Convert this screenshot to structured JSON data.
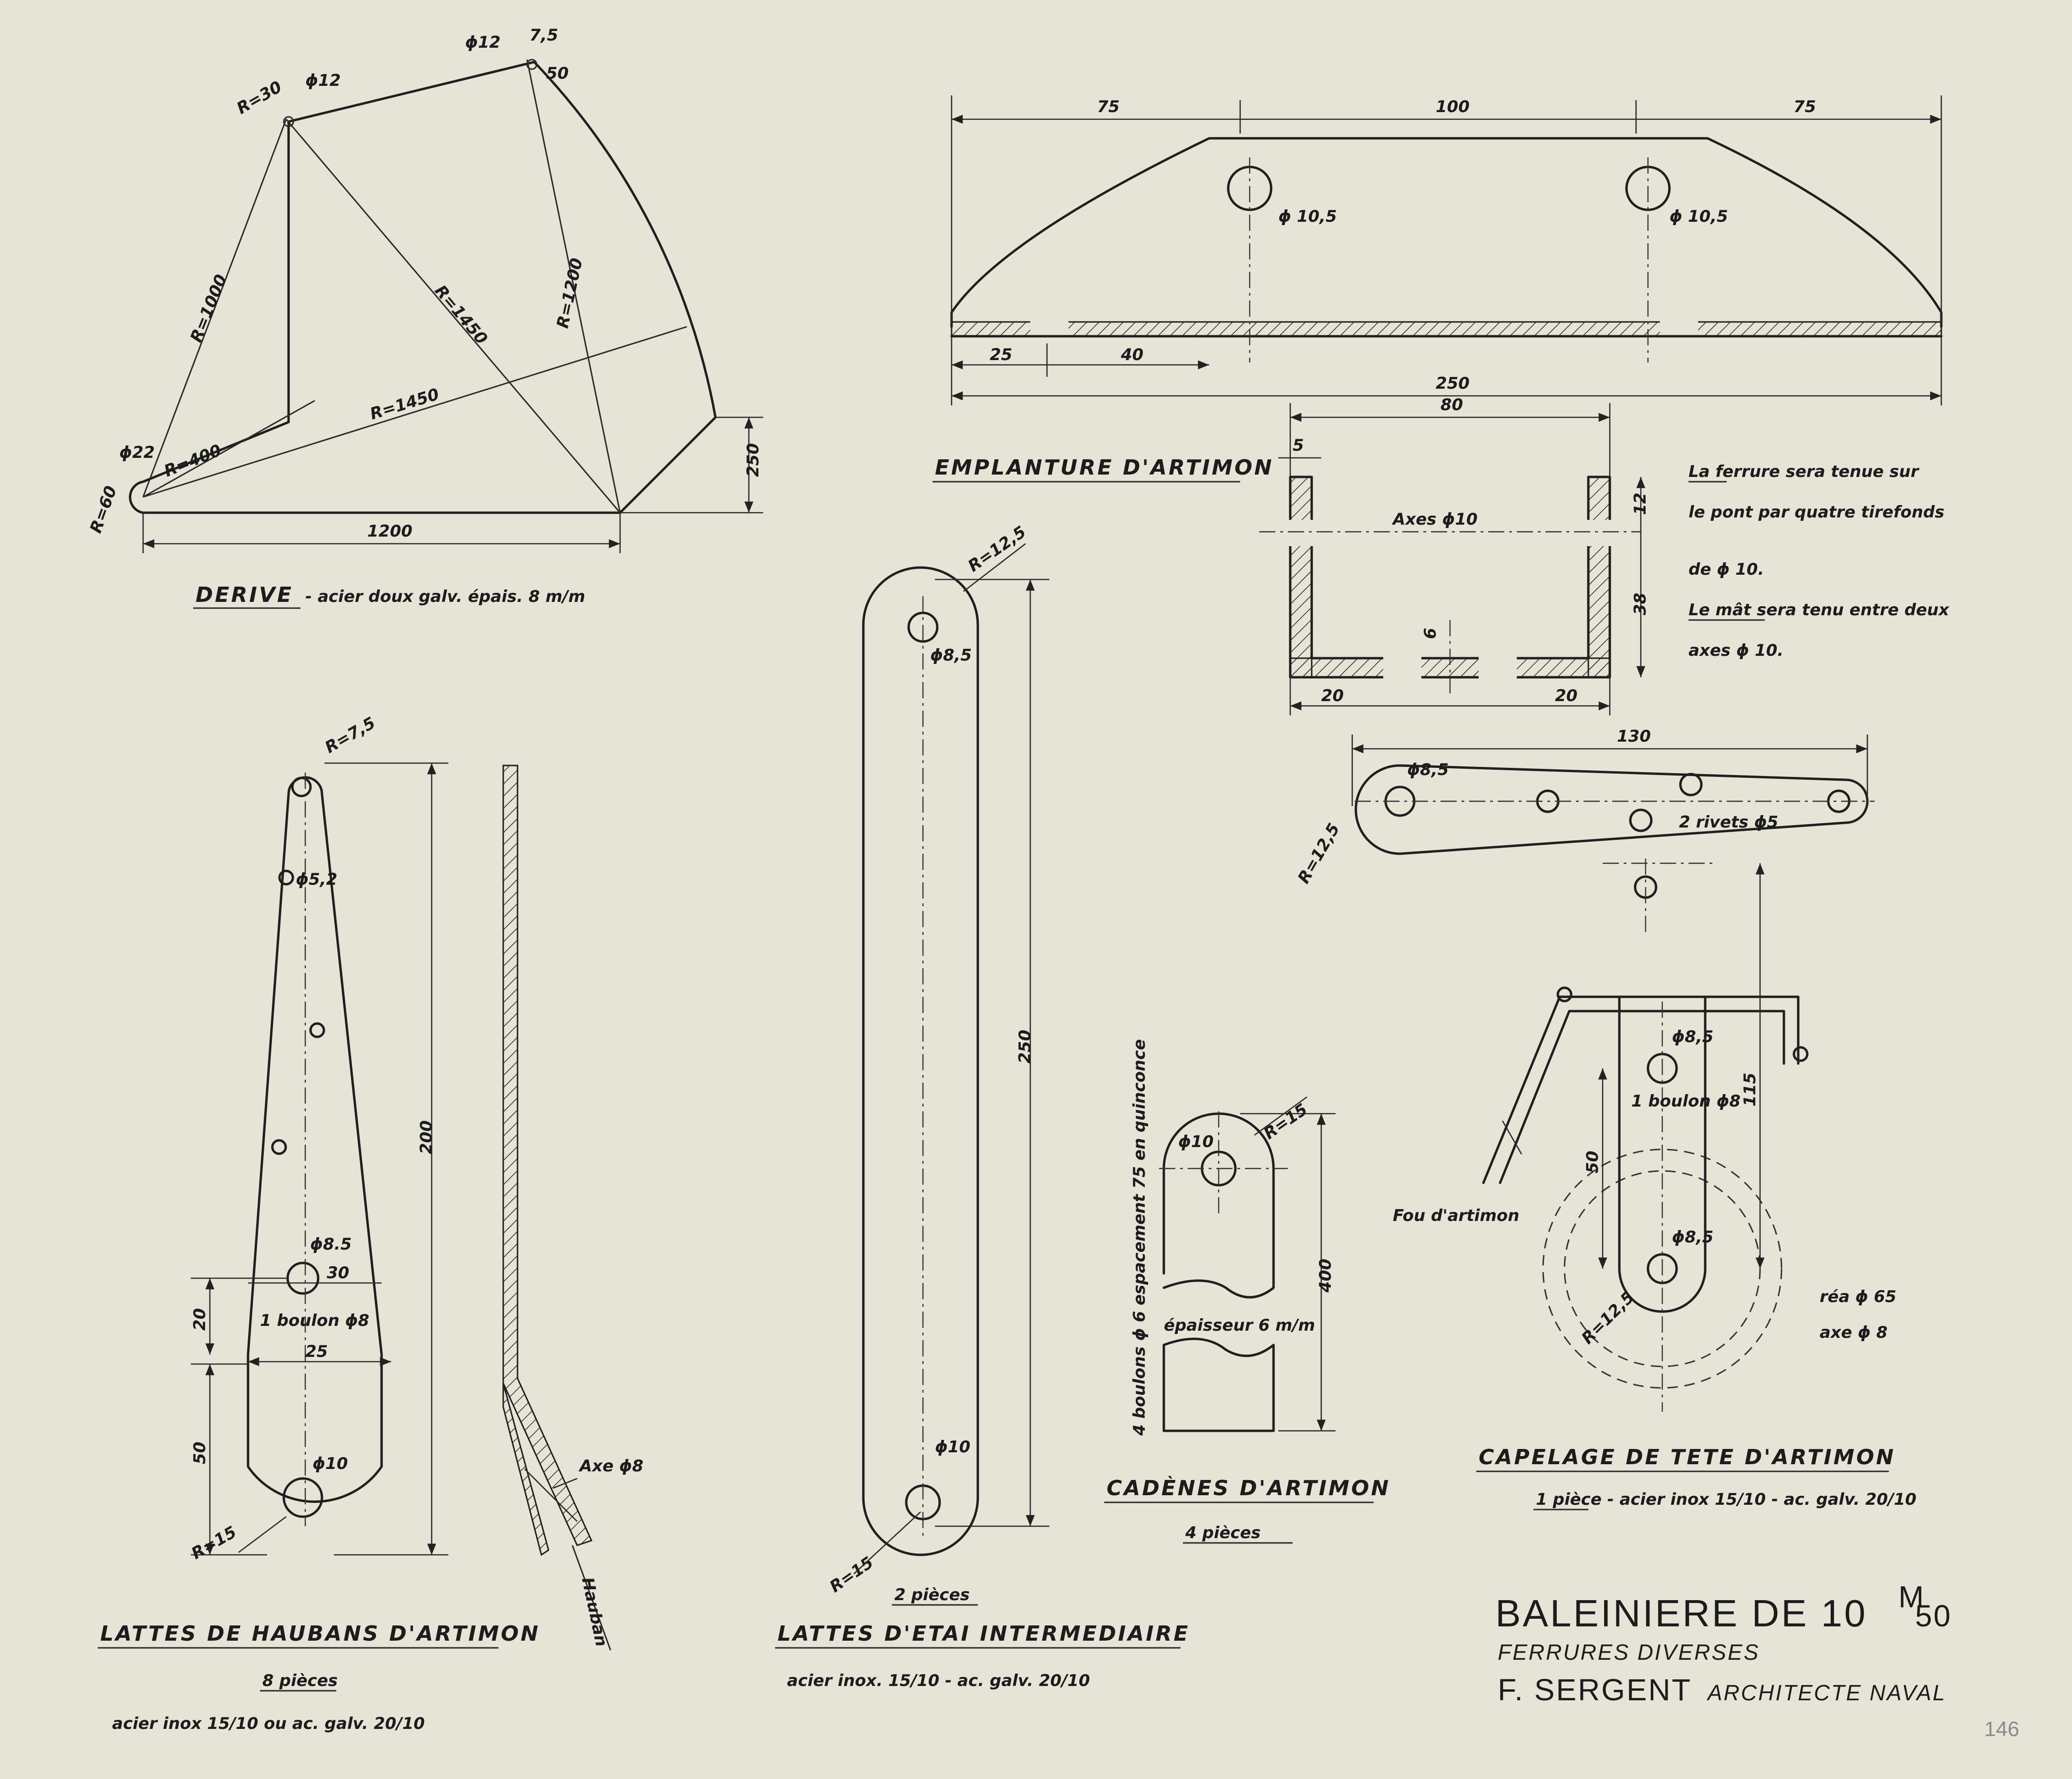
{
  "derive": {
    "title": "DERIVE",
    "subtitle": "- acier doux galv. épais. 8 m/m",
    "dims": {
      "phi12_a": "ϕ12",
      "phi12_b": "ϕ12",
      "r30": "R=30",
      "d75": "7,5",
      "d50": "50",
      "r1000": "R=1000",
      "r1450_a": "R=1450",
      "r1200": "R=1200",
      "r1450_b": "R=1450",
      "phi22": "ϕ22",
      "r400": "R=400",
      "r60": "R=60",
      "d250": "250",
      "d1200": "1200"
    }
  },
  "emplanture": {
    "title": "EMPLANTURE D'ARTIMON",
    "dims": {
      "d75a": "75",
      "d100": "100",
      "d75b": "75",
      "hole1": "ϕ 10,5",
      "hole2": "ϕ 10,5",
      "d25": "25",
      "d40": "40",
      "d250": "250"
    }
  },
  "profil": {
    "dims": {
      "d80": "80",
      "d5": "5",
      "axes": "Axes ϕ10",
      "d12": "12",
      "d38": "38",
      "d6": "6",
      "d20a": "20",
      "d20b": "20"
    }
  },
  "notes": [
    "La ferrure sera tenue sur",
    "le pont par quatre tirefonds",
    "de ϕ 10.",
    "Le mât sera tenu entre deux",
    "axes ϕ 10."
  ],
  "lattes_haubans": {
    "title": "LATTES DE HAUBANS D'ARTIMON",
    "count": "8 pièces",
    "material": "acier inox 15/10 ou ac. galv. 20/10",
    "dims": {
      "r75": "R=7,5",
      "phi52": "ϕ5,2",
      "d200": "200",
      "phi85": "ϕ8.5",
      "d30": "30",
      "d20": "20",
      "boulon": "1 boulon ϕ8",
      "d25": "25",
      "d50": "50",
      "phi10": "ϕ10",
      "r15": "R=15",
      "axe": "Axe ϕ8",
      "hauban": "Hauban"
    }
  },
  "lattes_etai": {
    "title": "LATTES D'ETAI INTERMEDIAIRE",
    "count": "2 pièces",
    "material": "acier inox. 15/10 - ac. galv. 20/10",
    "dims": {
      "r125": "R=12,5",
      "phi85": "ϕ8,5",
      "d250": "250",
      "phi10": "ϕ10",
      "r15": "R=15"
    }
  },
  "cadenes": {
    "title": "CADÈNES D'ARTIMON",
    "count": "4 pièces",
    "dims": {
      "r15": "R=15",
      "phi10": "ϕ10",
      "d400": "400",
      "epaisseur": "épaisseur 6 m/m",
      "boulons": "4 boulons ϕ 6 espacement 75 en quinconce"
    }
  },
  "capelage": {
    "title": "CAPELAGE DE TETE D'ARTIMON",
    "material": "1 pièce - acier inox 15/10 - ac. galv. 20/10",
    "dims": {
      "d130": "130",
      "phi85a": "ϕ8,5",
      "r125a": "R=12,5",
      "rivets": "2 rivets ϕ5",
      "phi85b": "ϕ8,5",
      "boulon": "1 boulon ϕ8",
      "d115": "115",
      "d50": "50",
      "phi85c": "ϕ8,5",
      "r125b": "R=12,5",
      "fou": "Fou d'artimon",
      "rea": "réa ϕ 65",
      "axe": "axe ϕ 8"
    }
  },
  "cartouche": {
    "line1": "BALEINIERE DE 10",
    "sup": "M",
    "sub": "50",
    "line2": "FERRURES DIVERSES",
    "name": "F. SERGENT",
    "role": "ARCHITECTE NAVAL"
  },
  "sheet_number": "146"
}
